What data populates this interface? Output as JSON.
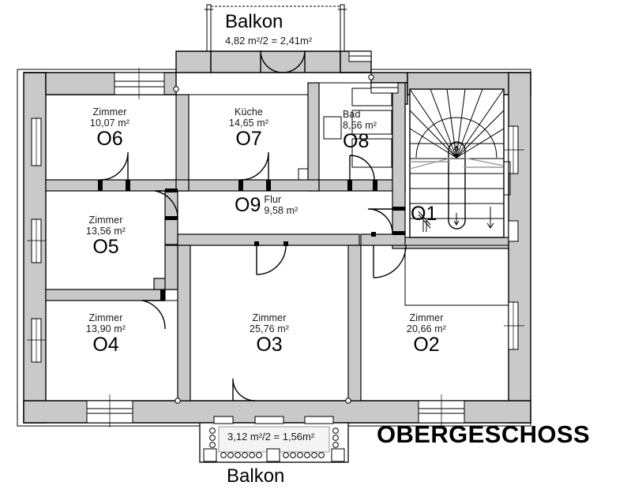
{
  "document": {
    "floor_title": "OBERGESCHOSS",
    "type": "architectural-floor-plan",
    "language": "de"
  },
  "balconies": [
    {
      "id": "balkon-top",
      "label": "Balkon",
      "area_text": "4,82 m²/2 = 2,41m²",
      "position": "top"
    },
    {
      "id": "balkon-bottom",
      "label": "Balkon",
      "area_text": "3,12 m²/2 = 1,56m²",
      "position": "bottom"
    }
  ],
  "rooms": [
    {
      "code": "O1",
      "name": "",
      "area": "",
      "feature": "staircase"
    },
    {
      "code": "O2",
      "name": "Zimmer",
      "area": "20,66 m²"
    },
    {
      "code": "O3",
      "name": "Zimmer",
      "area": "25,76 m²"
    },
    {
      "code": "O4",
      "name": "Zimmer",
      "area": "13,90 m²"
    },
    {
      "code": "O5",
      "name": "Zimmer",
      "area": "13,56 m²"
    },
    {
      "code": "O6",
      "name": "Zimmer",
      "area": "10,07 m²"
    },
    {
      "code": "O7",
      "name": "Küche",
      "area": "14,65 m²"
    },
    {
      "code": "O8",
      "name": "Bad",
      "area": "8,56 m²"
    },
    {
      "code": "O9",
      "name": "Flur",
      "area": "9,58 m²"
    }
  ],
  "colors": {
    "wall_fill": "#c9c9c9",
    "wall_stroke": "#000000",
    "room_fill": "#ffffff",
    "text": "#000000",
    "balcony_fill": "#f2f2f2"
  }
}
